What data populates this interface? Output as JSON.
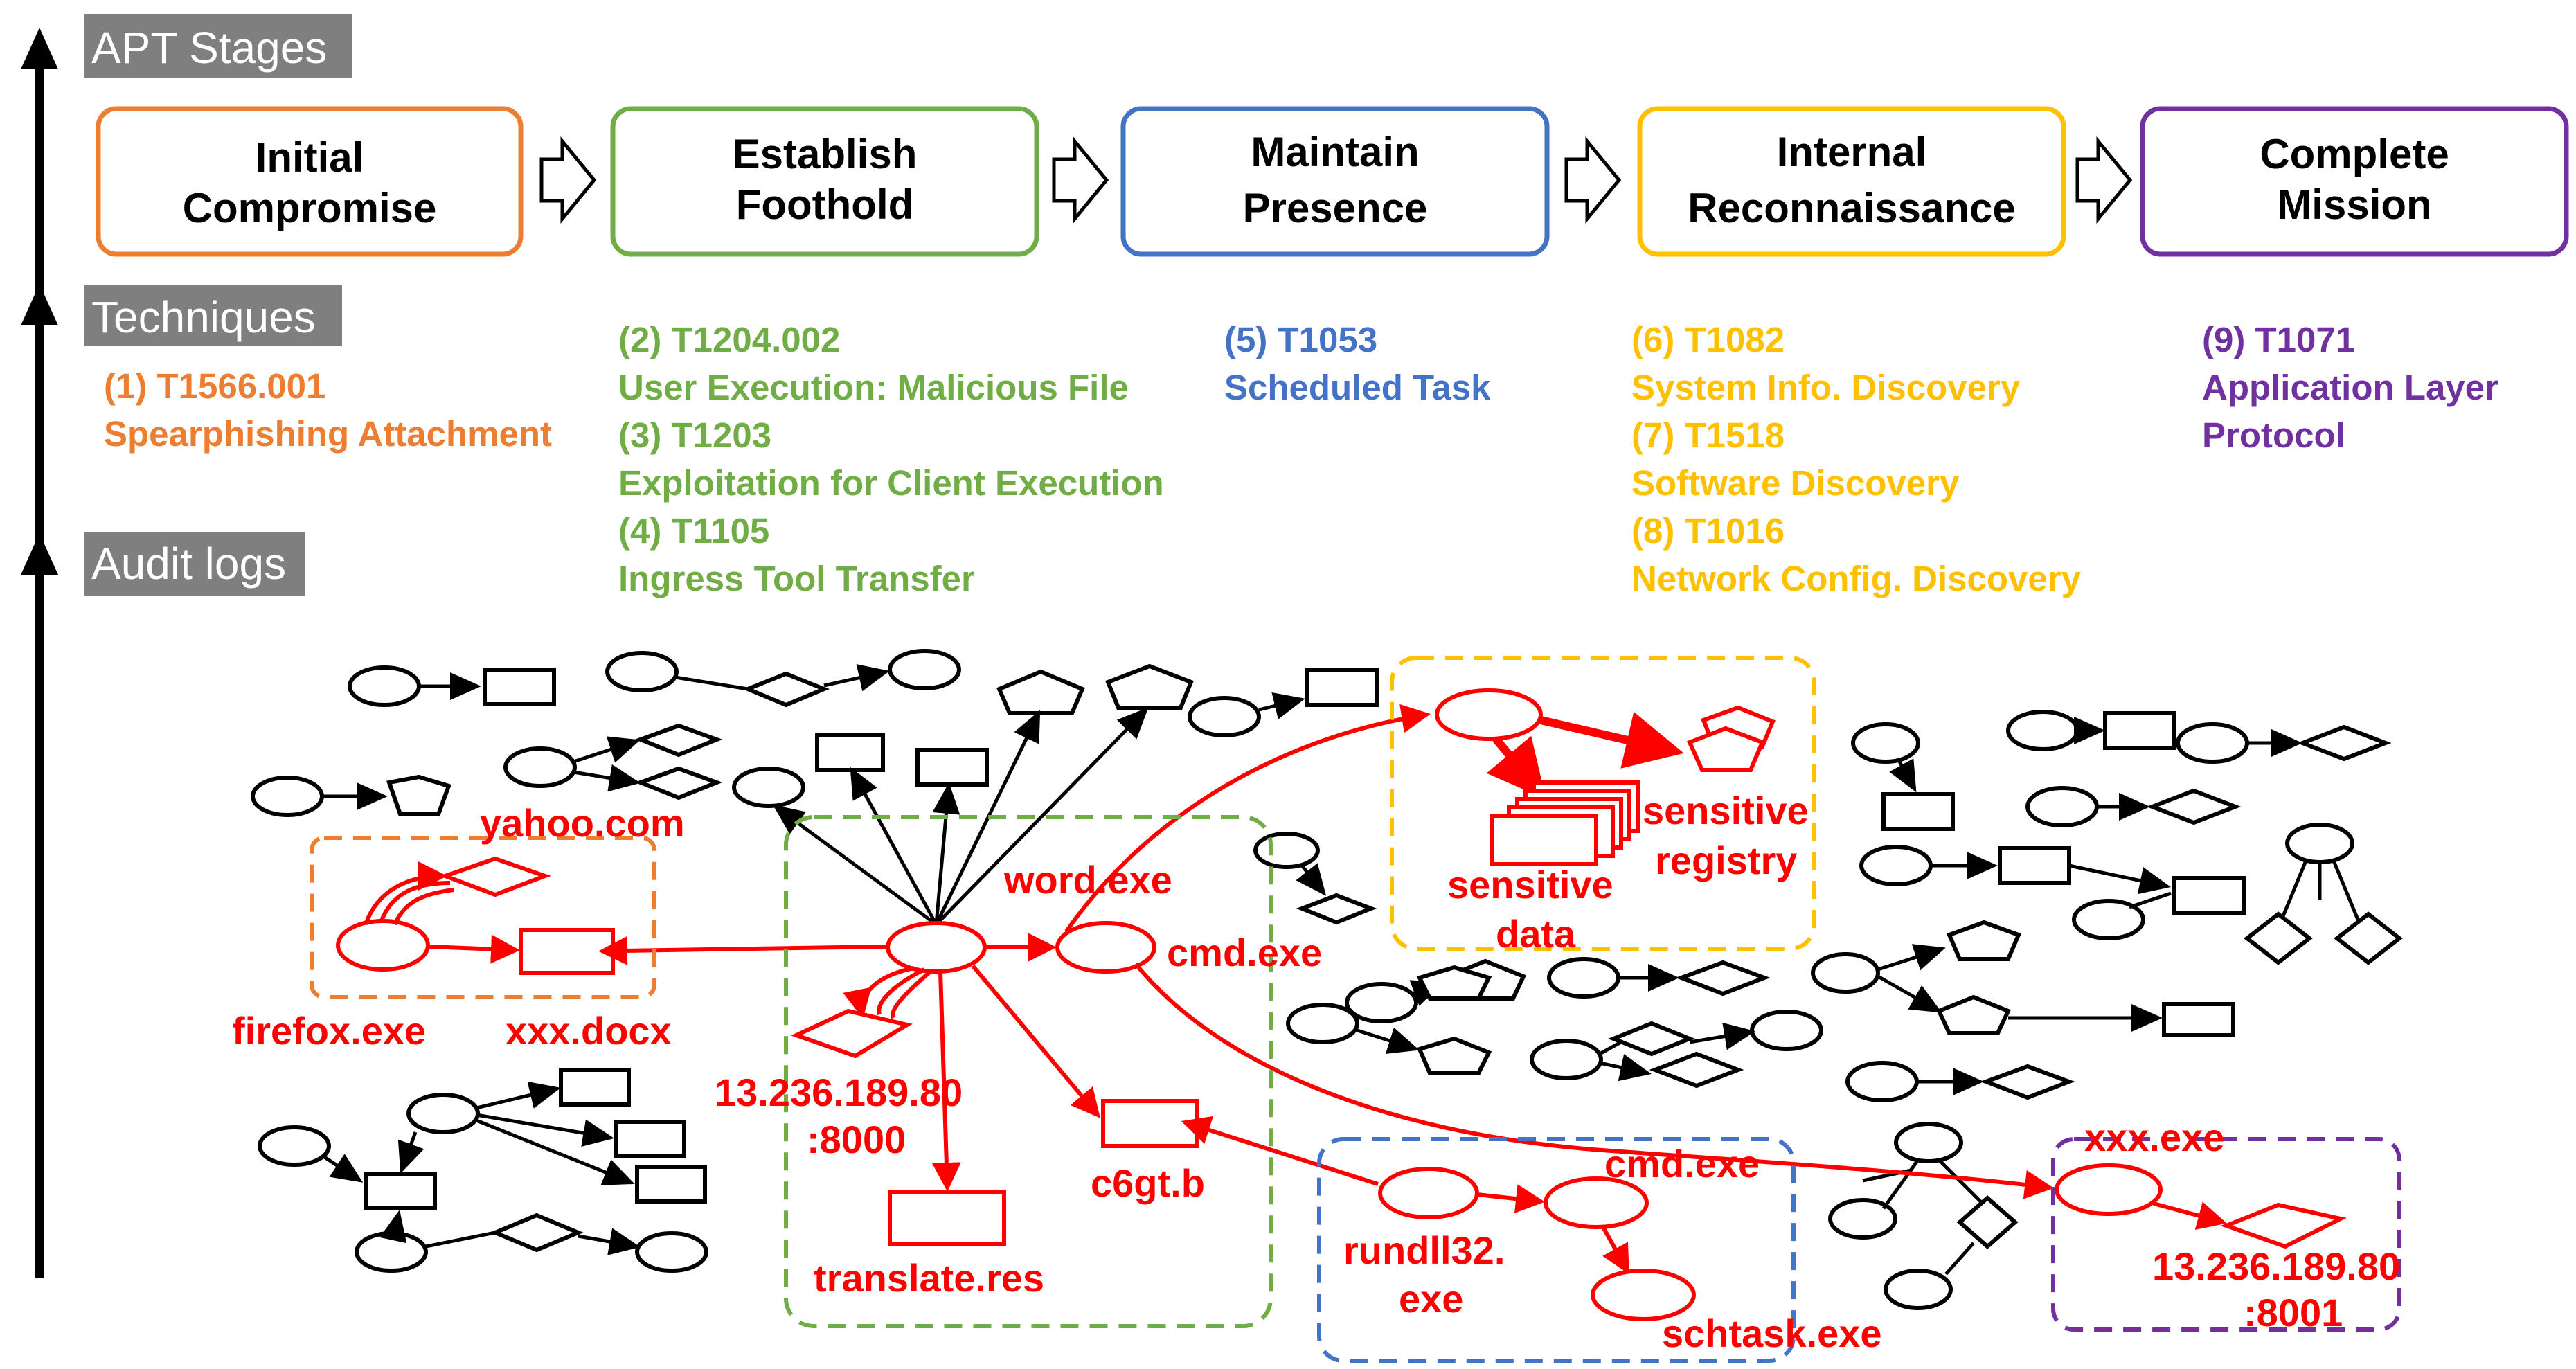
{
  "sections": {
    "apt_stages": "APT Stages",
    "techniques": "Techniques",
    "audit_logs": "Audit logs"
  },
  "colors": {
    "initial": "#ED7D31",
    "foothold": "#70AD47",
    "presence": "#4472C4",
    "recon": "#FFC000",
    "mission": "#7030A0",
    "attack": "#FF0000",
    "header_bg": "#7F7F7F"
  },
  "stages": [
    {
      "line1": "Initial",
      "line2": "Compromise"
    },
    {
      "line1": "Establish",
      "line2": "Foothold"
    },
    {
      "line1": "Maintain",
      "line2": "Presence"
    },
    {
      "line1": "Internal",
      "line2": "Reconnaissance"
    },
    {
      "line1": "Complete",
      "line2": "Mission"
    }
  ],
  "techniques": {
    "initial": [
      {
        "id": "(1) T1566.001",
        "name": "Spearphishing Attachment"
      }
    ],
    "foothold": [
      {
        "id": "(2) T1204.002",
        "name": "User Execution: Malicious File"
      },
      {
        "id": "(3) T1203",
        "name": "Exploitation for Client Execution"
      },
      {
        "id": "(4) T1105",
        "name": "Ingress Tool Transfer"
      }
    ],
    "presence": [
      {
        "id": "(5) T1053",
        "name": "Scheduled Task"
      }
    ],
    "recon": [
      {
        "id": "(6) T1082",
        "name": "System Info. Discovery"
      },
      {
        "id": "(7) T1518",
        "name": "Software Discovery"
      },
      {
        "id": "(8) T1016",
        "name": "Network Config. Discovery"
      }
    ],
    "mission": [
      {
        "id": "(9) T1071",
        "name": "Application Layer",
        "name2": "Protocol"
      }
    ]
  },
  "nodes": {
    "yahoo": "yahoo.com",
    "firefox": "firefox.exe",
    "docx": "xxx.docx",
    "word": "word.exe",
    "cmd1": "cmd.exe",
    "ip1_line1": "13.236.189.80",
    "ip1_line2": ":8000",
    "translate": "translate.res",
    "c6gt": "c6gt.b",
    "sens_data_line1": "sensitive",
    "sens_data_line2": "data",
    "sens_reg_line1": "sensitive",
    "sens_reg_line2": "registry",
    "cmd2": "cmd.exe",
    "rundll_line1": "rundll32.",
    "rundll_line2": "exe",
    "schtask": "schtask.exe",
    "xxxexe": "xxx.exe",
    "ip2_line1": "13.236.189.80",
    "ip2_line2": ":8001"
  }
}
